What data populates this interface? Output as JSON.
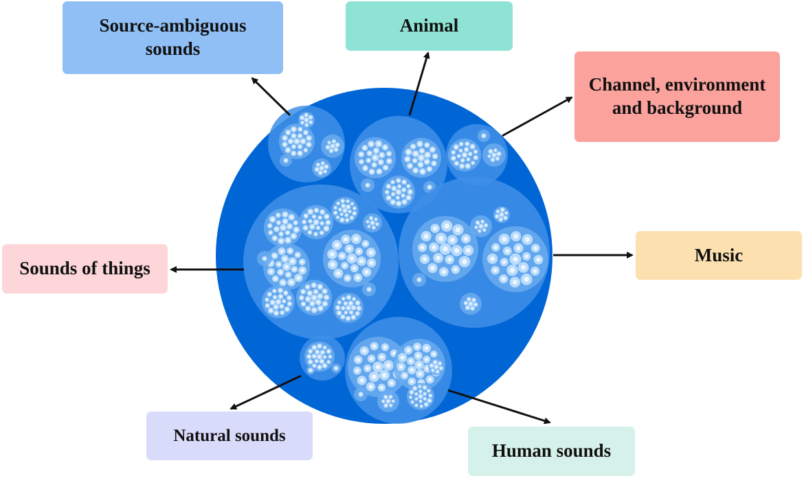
{
  "categories": [
    {
      "id": "source-ambiguous",
      "lines": [
        "Source-ambiguous",
        "sounds"
      ],
      "color": "#8fbff5"
    },
    {
      "id": "animal",
      "lines": [
        "Animal"
      ],
      "color": "#8ee3d4"
    },
    {
      "id": "channel",
      "lines": [
        "Channel, environment",
        "and background"
      ],
      "color": "#fba29d"
    },
    {
      "id": "sounds-of-things",
      "lines": [
        "Sounds of things"
      ],
      "color": "#fcd6d8"
    },
    {
      "id": "music",
      "lines": [
        "Music"
      ],
      "color": "#fde0b0"
    },
    {
      "id": "natural-sounds",
      "lines": [
        "Natural sounds"
      ],
      "color": "#d9dbfb"
    },
    {
      "id": "human-sounds",
      "lines": [
        "Human sounds"
      ],
      "color": "#d5f1ea"
    }
  ],
  "colors": {
    "outer_circle": "#0066d6",
    "cluster": "#3f8fe8",
    "sub_cluster": "#6aabf0",
    "leaf": "#b9dbfb",
    "leaf_center": "#eef7ff",
    "arrow": "#111111"
  }
}
